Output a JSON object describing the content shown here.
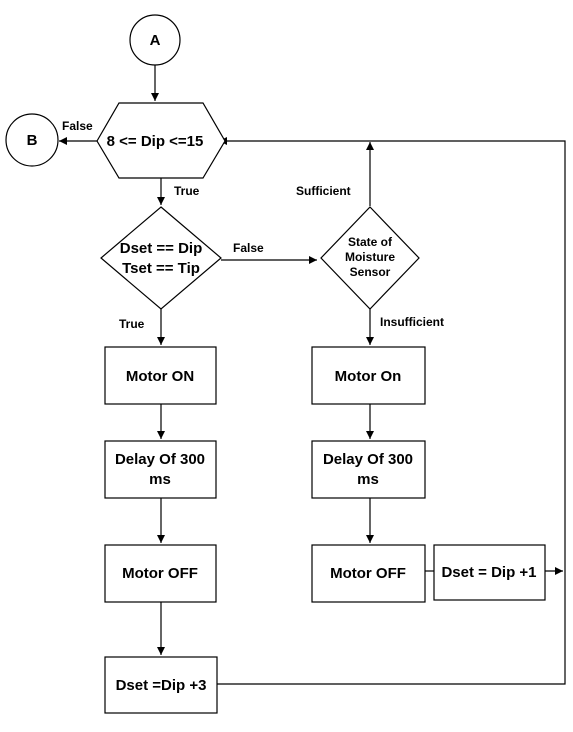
{
  "connectors": {
    "a": "A",
    "b": "B"
  },
  "decisions": {
    "range_check": "8 <= Dip <=15",
    "set_check": [
      "Dset == Dip",
      "Tset == Tip"
    ],
    "moisture": [
      "State of",
      "Moisture",
      "Sensor"
    ]
  },
  "processes": {
    "motor_on_left": "Motor ON",
    "delay_left": [
      "Delay Of 300",
      "ms"
    ],
    "motor_off_left": "Motor OFF",
    "dset_plus3": "Dset =Dip +3",
    "motor_on_right": "Motor On",
    "delay_right": [
      "Delay Of 300",
      "ms"
    ],
    "motor_off_right": "Motor OFF",
    "dset_plus1": "Dset = Dip +1"
  },
  "edge_labels": {
    "false_to_b": "False",
    "true_range": "True",
    "false_set": "False",
    "true_set": "True",
    "sufficient": "Sufficient",
    "insufficient": "Insufficient"
  }
}
